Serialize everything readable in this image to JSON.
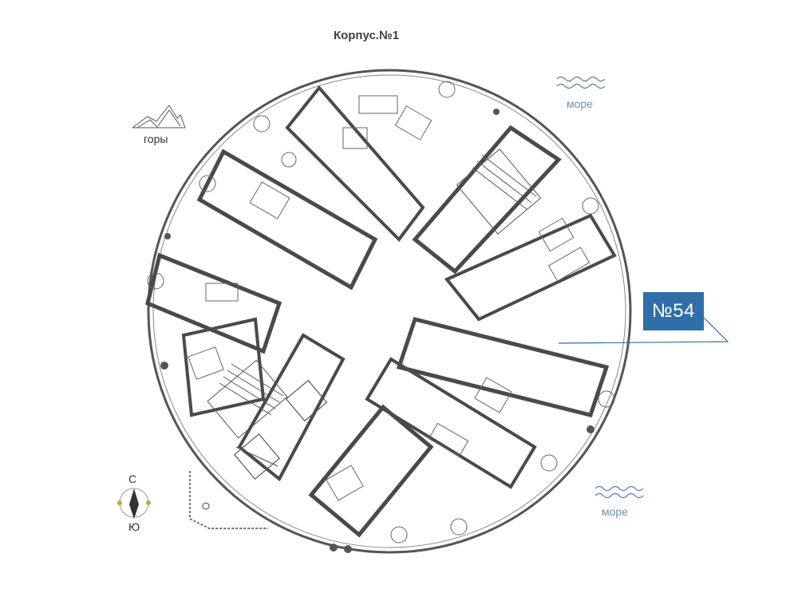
{
  "title": "Корпус.№1",
  "labels": {
    "mountains": "горы",
    "sea_top": "море",
    "sea_bottom": "море"
  },
  "compass": {
    "north": "С",
    "south": "Ю"
  },
  "apartment": {
    "number": "№54",
    "highlight_color": "#2f6ea8"
  },
  "colors": {
    "walls": "#4a4a4a",
    "lines": "#555555",
    "sea": "#6d8fb0",
    "badge": "#2f6ea8"
  },
  "icons": [
    "mountains-icon",
    "waves-icon",
    "compass-icon",
    "plant-icon"
  ]
}
